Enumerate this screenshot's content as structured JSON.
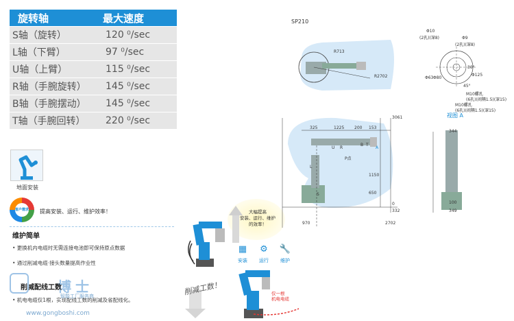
{
  "speed_table": {
    "header": [
      "旋转轴",
      "最大速度"
    ],
    "rows": [
      {
        "axis": "S轴（旋转）",
        "speed": "120  ⁰/sec"
      },
      {
        "axis": "L轴（下臂）",
        "speed": "97  ⁰/sec"
      },
      {
        "axis": "U轴（上臂）",
        "speed": "115  ⁰/sec"
      },
      {
        "axis": "R轴（手腕旋转）",
        "speed": "145  ⁰/sec"
      },
      {
        "axis": "B轴（手腕摆动）",
        "speed": "145  ⁰/sec"
      },
      {
        "axis": "T轴（手腕回转）",
        "speed": "220  ⁰/sec"
      }
    ]
  },
  "install": {
    "label": "地面安装"
  },
  "demand": {
    "badge": "客户需求",
    "text": "提高安装、运行、维护效率！"
  },
  "maintenance": {
    "title": "维护简单",
    "bullets": [
      "• 更换机内电缆时无需连接电池即可保持原点数据",
      "• 通过削减电缆·接头数量提高作业性"
    ]
  },
  "reduce": {
    "title": "削减配线工数",
    "bullet": "• 机电电缆仅1根，实现配线工数的削减及省配线化。",
    "arrow_text": "削减工数！",
    "cable_label": "仅一根\n机电电缆"
  },
  "improve": {
    "glow_text": "大幅提高\n安装、运行、维护\n的效率！",
    "actions": [
      {
        "label": "安装",
        "icon": "▦"
      },
      {
        "label": "运行",
        "icon": "⚙"
      },
      {
        "label": "维护",
        "icon": "🔧"
      }
    ]
  },
  "drawing": {
    "model": "SP210",
    "view_label": "视图 A",
    "dims": {
      "r1": "R713",
      "r2": "R2702",
      "d3061": "3061",
      "d325": "325",
      "d1225": "1225",
      "d200": "200",
      "d153": "153",
      "d1150": "1150",
      "d650": "650",
      "d970": "970",
      "d332": "332",
      "d0": "0",
      "d2702": "2702",
      "p_point": "P点",
      "a_mark": "A",
      "u": "U",
      "r": "R",
      "b": "B",
      "t": "T",
      "l": "L",
      "s": "S",
      "d344": "344",
      "d100": "100",
      "d349": "349",
      "phi10": "Φ10",
      "phi10_note": "(2孔)(深8)",
      "phi9": "Φ9",
      "phi9_note": "(2孔)(深8)",
      "phi63": "Φ63",
      "phi80": "Φ80",
      "phi125": "Φ125",
      "m10a": "M10螺孔",
      "m10a_note": "(6孔)(间隔1.5)(深15)",
      "m10b": "M10螺孔",
      "m10b_note": "(6孔)(间隔1.5)(深15)",
      "a30": "30°",
      "a45": "45°"
    }
  },
  "watermark": {
    "logo": "博士",
    "sub": "智能工厂服务商",
    "url": "www.gongboshi.com"
  },
  "colors": {
    "accent": "#1e8fd6",
    "envelope": "#d6e9f8"
  }
}
